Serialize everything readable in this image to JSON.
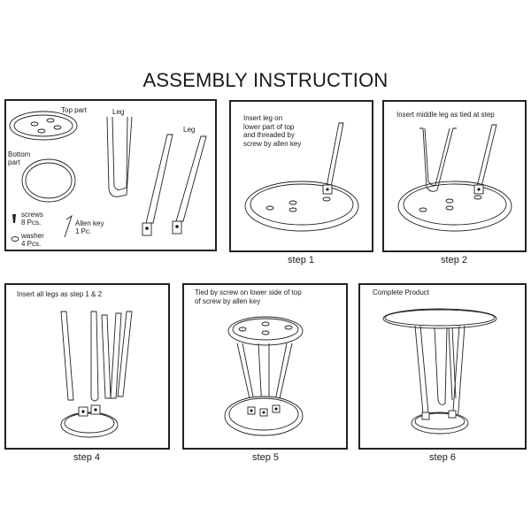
{
  "title": "ASSEMBLY INSTRUCTION",
  "parts_panel": {
    "top_part": "Top part",
    "leg1": "Leg",
    "leg2": "Leg",
    "bottom_part_line1": "Bottom",
    "bottom_part_line2": "part",
    "screws_line1": "screws",
    "screws_line2": "8 Pcs.",
    "washer_line1": "washer",
    "washer_line2": "4 Pcs.",
    "allen_key_line1": "Allen key",
    "allen_key_line2": "1 Pc."
  },
  "steps": [
    {
      "instruction_lines": [
        "Insert  leg on",
        "lower part of top",
        "and threaded by",
        "screw by allen key"
      ],
      "label": "step 1"
    },
    {
      "instruction_lines": [
        "Insert  middle leg as tied at step"
      ],
      "label": "step 2"
    },
    {
      "instruction_lines": [
        "Insert all legs as step 1 & 2"
      ],
      "label": "step 4"
    },
    {
      "instruction_lines": [
        "Tied by screw on lower side of top",
        "of screw by allen key"
      ],
      "label": "step 5"
    },
    {
      "instruction_lines": [
        "Complete Product"
      ],
      "label": "step 6"
    }
  ]
}
